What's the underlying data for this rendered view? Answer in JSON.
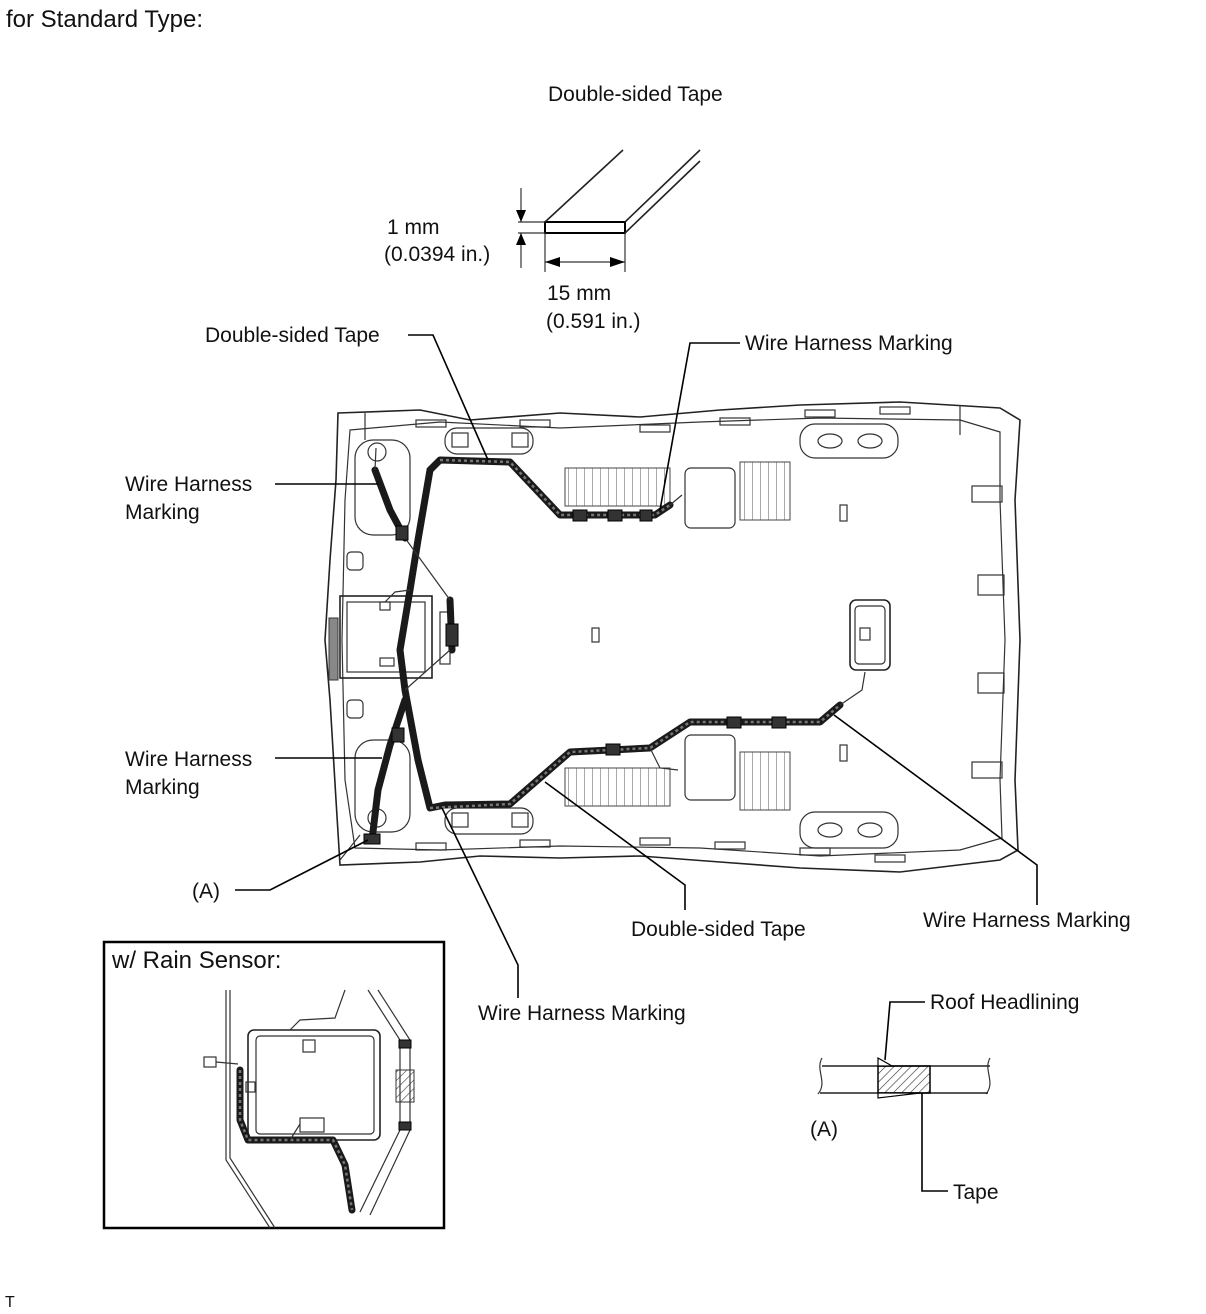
{
  "heading": "for Standard Type:",
  "tape_detail": {
    "title": "Double-sided Tape",
    "thickness_mm": "1 mm",
    "thickness_in": "(0.0394 in.)",
    "width_mm": "15 mm",
    "width_in": "(0.591 in.)"
  },
  "callouts": {
    "double_sided_tape_top": "Double-sided Tape",
    "wire_harness_marking_top": "Wire Harness Marking",
    "wire_harness_marking_left_top_1": "Wire Harness",
    "wire_harness_marking_left_top_2": "Marking",
    "wire_harness_marking_left_bottom_1": "Wire Harness",
    "wire_harness_marking_left_bottom_2": "Marking",
    "point_a": "(A)",
    "double_sided_tape_bottom": "Double-sided Tape",
    "wire_harness_marking_bottom_right": "Wire Harness Marking",
    "wire_harness_marking_bottom_center": "Wire Harness Marking"
  },
  "rain_sensor_inset": {
    "title": "w/ Rain Sensor:"
  },
  "section_detail": {
    "roof_headlining": "Roof Headlining",
    "point_a": "(A)",
    "tape": "Tape"
  },
  "footer_mark": "T"
}
